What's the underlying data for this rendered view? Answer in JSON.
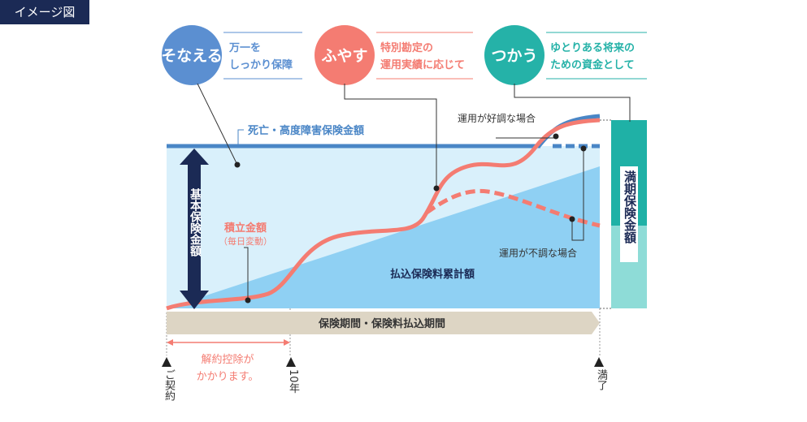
{
  "tag": "イメージ図",
  "pillars": [
    {
      "title": "そなえる",
      "desc1": "万一を",
      "desc2": "しっかり保障",
      "color": "#5b8fd1"
    },
    {
      "title": "ふやす",
      "desc1": "特別勘定の",
      "desc2": "運用実績に応じて",
      "color": "#f47c72"
    },
    {
      "title": "つかう",
      "desc1": "ゆとりある将来の",
      "desc2": "ための資金として",
      "color": "#25b2a8"
    }
  ],
  "labels": {
    "death_benefit": "死亡・高度障害保険金額",
    "basic_amount": "基本保険金額",
    "reserve": "積立金額",
    "reserve_note": "（毎日変動）",
    "good": "運用が好調な場合",
    "poor": "運用が不調な場合",
    "premium_total": "払込保険料累計額",
    "period": "保険期間・保険料払込期間",
    "maturity_benefit": "満期保険金額",
    "surrender1": "解約控除が",
    "surrender2": "かかります。"
  },
  "timeline": [
    {
      "label": "ご契約"
    },
    {
      "label": "10年"
    },
    {
      "label": "満了"
    }
  ],
  "colors": {
    "area_light": "#d9f0fb",
    "area_premium": "#8fd0f3",
    "death_line": "#4a86c6",
    "reserve_line": "#f47c72",
    "arrow_navy": "#1b2a55",
    "teal_dark": "#1fb1a6",
    "teal_light": "#8edcd7",
    "period_bar": "#ddd5c4"
  }
}
